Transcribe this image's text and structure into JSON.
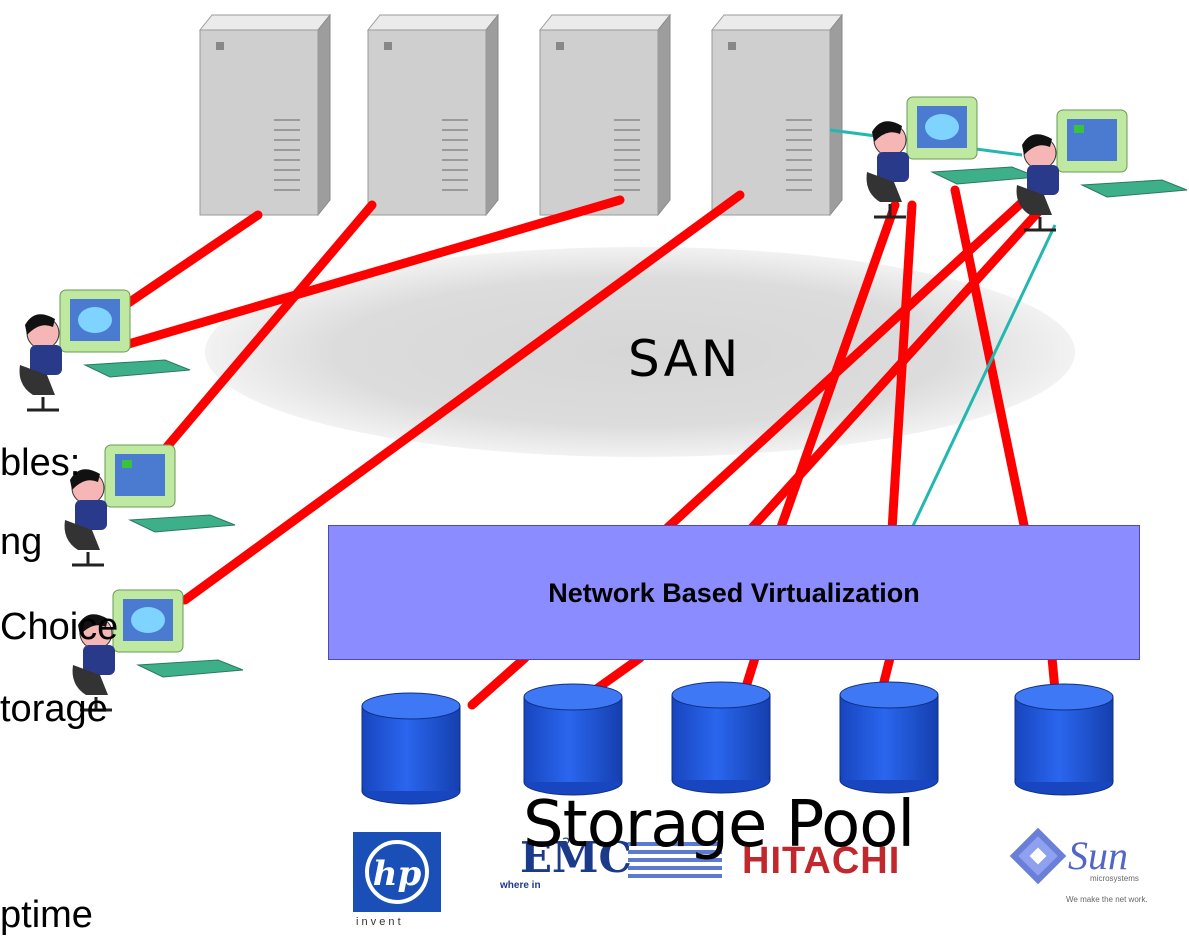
{
  "diagram": {
    "cloud_label": "SAN",
    "virtualization_label": "Network Based Virtualization",
    "pool_label": "Storage Pool",
    "servers": [
      "server-1",
      "server-2",
      "server-3",
      "server-4"
    ],
    "admins": [
      "admin-1",
      "admin-2",
      "admin-3",
      "admin-4",
      "admin-5"
    ],
    "disks": [
      "disk-1",
      "disk-2",
      "disk-3",
      "disk-4",
      "disk-5"
    ]
  },
  "side_text": {
    "line1": "bles:",
    "line2": "ng",
    "line3": "Choice",
    "line4": "torage",
    "line5": "ptime"
  },
  "logos": {
    "hp_tagline": "i n v e n t",
    "emc_tagline": "where in",
    "hitachi": "HITACHI",
    "sun_name": "Sun",
    "sun_sub": "microsystems",
    "sun_tagline": "We make the net work."
  },
  "colors": {
    "cable": "#ff0000",
    "mgmt_link": "#22b8b0",
    "virtualization_fill": "#8a8cff",
    "disk_fill": "#1f56d8",
    "cloud_fill": "#d9d9d9",
    "server_fill": "#cfcfcf"
  }
}
